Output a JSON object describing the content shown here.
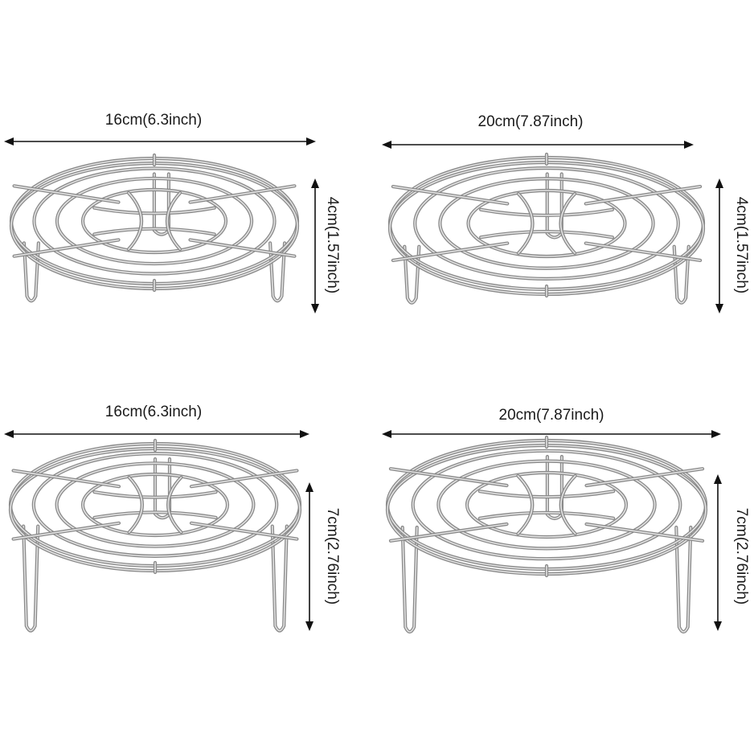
{
  "racks": [
    {
      "width_label": "16cm(6.3inch)",
      "height_label": "4cm(1.57inch)"
    },
    {
      "width_label": "20cm(7.87inch)",
      "height_label": "4cm(1.57inch)"
    },
    {
      "width_label": "16cm(6.3inch)",
      "height_label": "7cm(2.76inch)"
    },
    {
      "width_label": "20cm(7.87inch)",
      "height_label": "7cm(2.76inch)"
    }
  ],
  "colors": {
    "wire": "#8a8a8a",
    "wire_highlight": "#e2e2e2",
    "arrow": "#111111"
  }
}
